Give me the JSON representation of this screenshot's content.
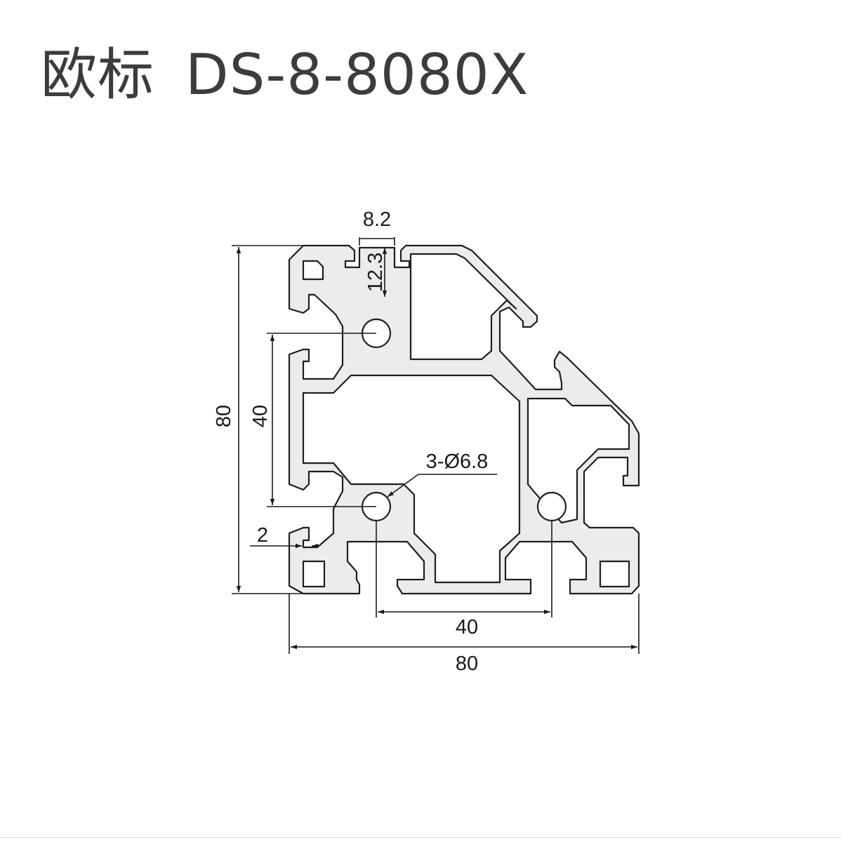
{
  "title": {
    "standard": "欧标",
    "model": "DS-8-8080X"
  },
  "dimensions": {
    "slot_width": "8.2",
    "slot_depth": "12.3",
    "overall_height": "80",
    "hole_spacing_vertical": "40",
    "hole_callout": "3-Ø6.8",
    "wall_thickness": "2",
    "hole_spacing_horizontal": "40",
    "overall_width": "80"
  },
  "colors": {
    "profile_fill": "#ececec",
    "outline": "#1e1e1e",
    "title_text": "#3c3c3c"
  }
}
